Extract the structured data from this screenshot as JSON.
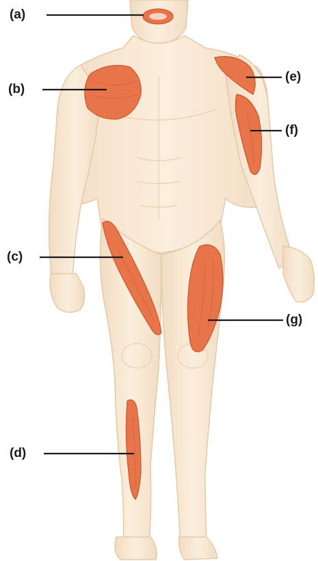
{
  "diagram": {
    "labels": {
      "a": "(a)",
      "b": "(b)",
      "c": "(c)",
      "d": "(d)",
      "e": "(e)",
      "f": "(f)",
      "g": "(g)"
    },
    "colors": {
      "skin": "#f7e7d2",
      "skin_outline": "#e3c9a8",
      "muscle": "#e8744a",
      "muscle_dark": "#c9552f",
      "leader_line": "#1a1a1a"
    }
  }
}
